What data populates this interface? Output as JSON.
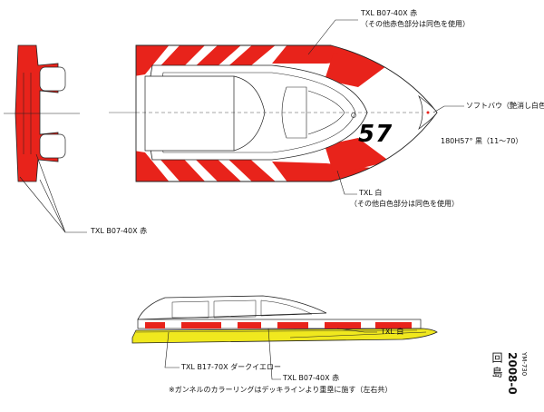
{
  "callouts": {
    "hull_red": "TXL B07-40X 赤",
    "hull_red_note": "（その他赤色部分は同色を使用）",
    "soft_bow": "ソフトバウ（艶消し白色）",
    "number_spec": "180H57° 黒（11～70）",
    "hull_white": "TXL 白",
    "hull_white_note": "（その他白色部分は同色を使用）",
    "side_red": "TXL B07-40X 赤",
    "gunwale_yellow": "TXL B17-70X ダークイエロー",
    "side_white": "TXL 白",
    "side_red_bottom": "TXL B07-40X 赤",
    "footnote": "※ガンネルのカラーリングはデッキラインより重塁に施す（左右共）"
  },
  "boat": {
    "number": "57"
  },
  "title_block": {
    "date": "2008-0",
    "code": "YM-730",
    "name": "回 島"
  },
  "colors": {
    "red": "#e8231b",
    "white": "#ffffff",
    "yellow": "#f0e81e",
    "black": "#000000",
    "line": "#222222"
  }
}
